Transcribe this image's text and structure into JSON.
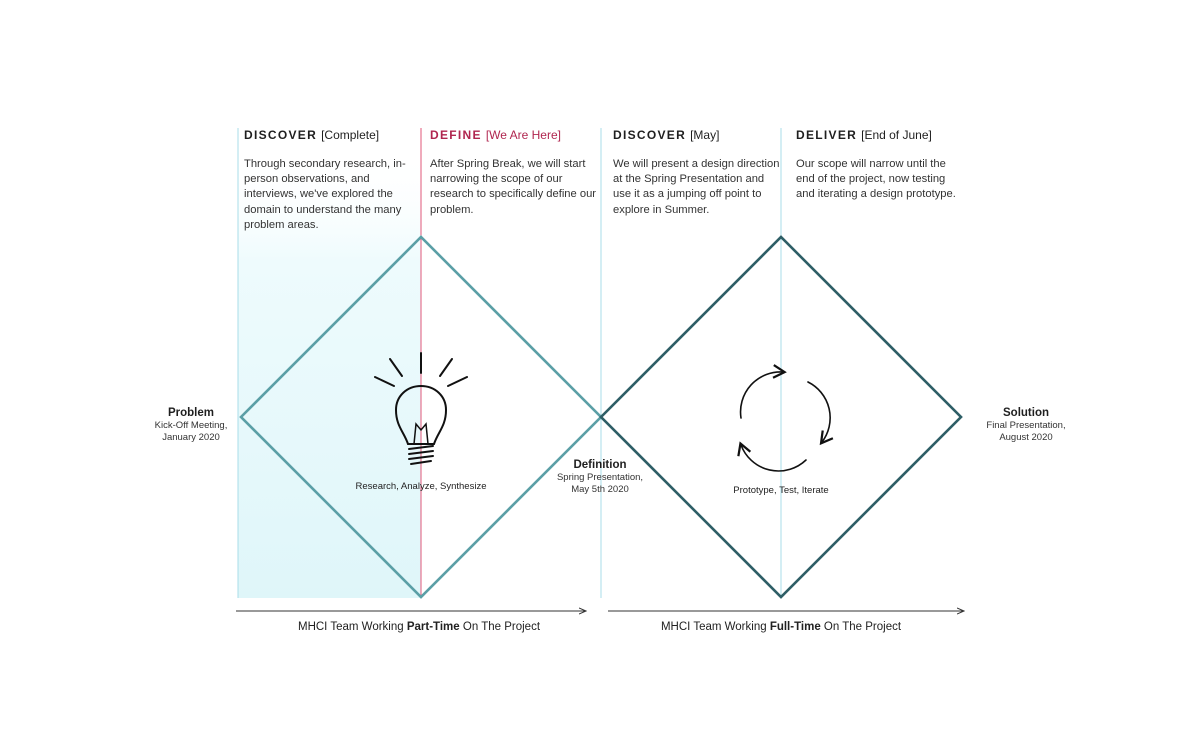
{
  "phases": [
    {
      "name": "DISCOVER",
      "status": "[Complete]",
      "description": "Through secondary research, in-person observations, and interviews, we've explored the domain to understand the many problem areas."
    },
    {
      "name": "DEFINE",
      "status": "[We Are Here]",
      "description": "After Spring Break, we will start narrowing the scope of our research to specifically define our problem."
    },
    {
      "name": "DISCOVER",
      "status": "[May]",
      "description": "We will present a design direction at the Spring Presentation and use it as a jumping off point to explore in Summer."
    },
    {
      "name": "DELIVER",
      "status": "[End of June]",
      "description": "Our scope will narrow until the end of the project, now testing and iterating a design prototype."
    }
  ],
  "endpoints": {
    "problem": {
      "title": "Problem",
      "sub1": "Kick-Off Meeting,",
      "sub2": "January 2020"
    },
    "definition": {
      "title": "Definition",
      "sub1": "Spring Presentation,",
      "sub2": "May 5th 2020"
    },
    "solution": {
      "title": "Solution",
      "sub1": "Final Presentation,",
      "sub2": "August 2020"
    }
  },
  "diamonds": {
    "left_caption": "Research, Analyze, Synthesize",
    "right_caption": "Prototype, Test, Iterate",
    "left_icon": "lightbulb-icon",
    "right_icon": "cycle-arrows-icon"
  },
  "timeline": {
    "left": {
      "prefix": "MHCI Team Working ",
      "bold": "Part-Time",
      "suffix": " On The Project"
    },
    "right": {
      "prefix": "MHCI Team Working ",
      "bold": "Full-Time",
      "suffix": " On The Project"
    }
  },
  "colors": {
    "diamond_left": "#5b9fa6",
    "diamond_right": "#2e5e66",
    "guide_line": "#a8dde8",
    "accent": "#b0264f",
    "completed_fill": "#e3f7fa"
  }
}
